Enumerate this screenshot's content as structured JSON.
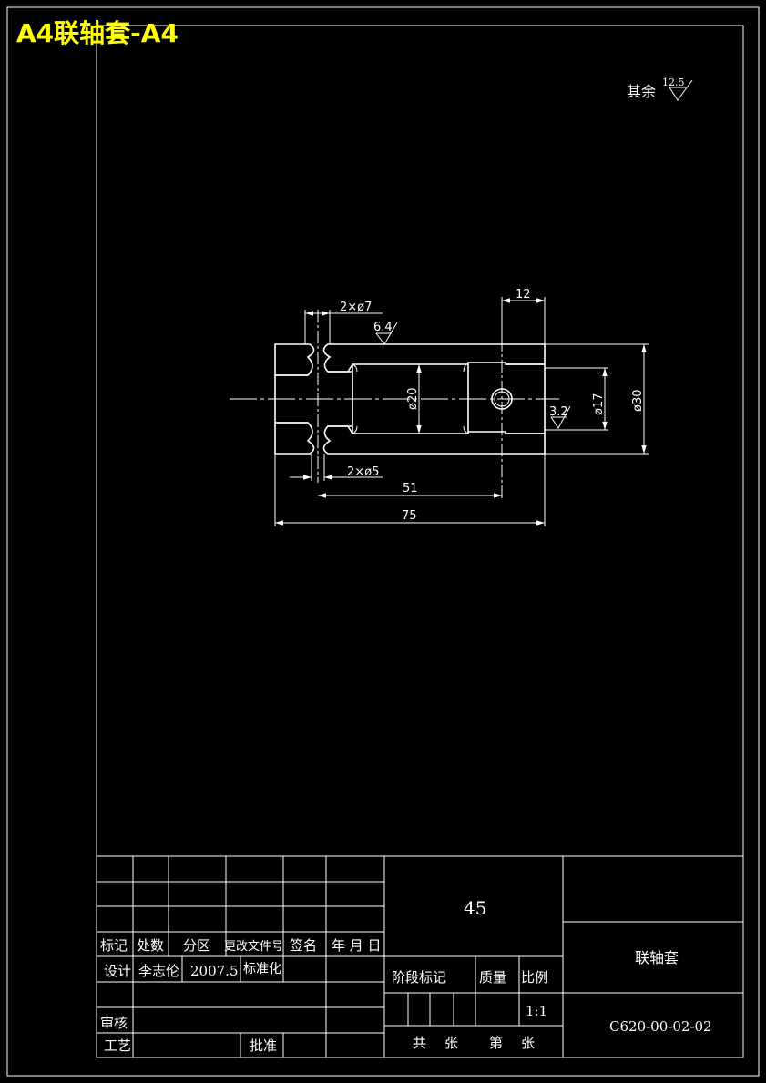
{
  "banner": "A4联轴套-A4",
  "roughness": {
    "prefix": "其余",
    "value": "12.5"
  },
  "dimensions": {
    "holes_top": "2×ø7",
    "rough_top": "6.4",
    "width_12": "12",
    "dia_20": "ø20",
    "rough_bore": "3.2",
    "dia_17": "ø17",
    "dia_30": "ø30",
    "holes_bottom": "2×ø5",
    "len_51": "51",
    "len_75": "75"
  },
  "title_block": {
    "material": "45",
    "part_name": "联轴套",
    "drawing_number": "C620-00-02-02",
    "scale": "1:1",
    "labels": {
      "mark": "标记",
      "count": "处数",
      "zone": "分区",
      "change_doc": "更改文件号",
      "signature": "签名",
      "date": "年 月 日",
      "design": "设计",
      "standardize": "标准化",
      "review": "审核",
      "process": "工艺",
      "approve": "批准",
      "stage_mark": "阶段标记",
      "weight": "质量",
      "ratio": "比例",
      "total": "共",
      "sheet1": "张",
      "nth": "第",
      "sheet2": "张"
    },
    "designer": "李志伦",
    "design_date": "2007.5"
  }
}
